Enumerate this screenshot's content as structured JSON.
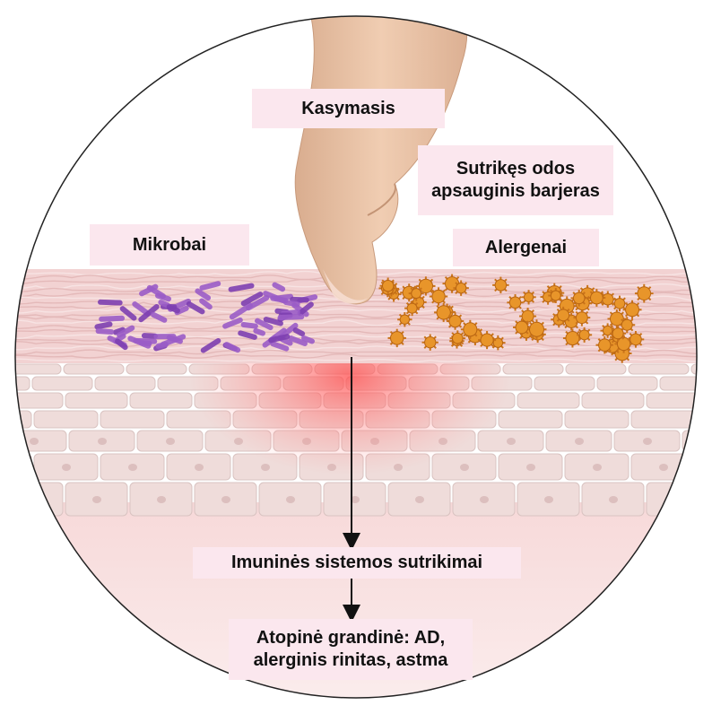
{
  "labels": {
    "scratching": "Kasymasis",
    "barrier_line1": "Sutrikęs odos",
    "barrier_line2": "apsauginis barjeras",
    "microbes": "Mikrobai",
    "allergens": "Alergenai",
    "immune": "Imuninės sistemos sutrikimai",
    "atopic_line1": "Atopinė grandinė: AD,",
    "atopic_line2": "alerginis rinitas, astma"
  },
  "colors": {
    "label_bg": "#fbe7ee",
    "skin_cell": "#efdcda",
    "skin_border": "#d9c3c1",
    "inflammation": "#ff5a5a",
    "microbe": "#9a5cc6",
    "allergen": "#e8952a",
    "finger": "#e9c3a6",
    "arrow": "#111111"
  },
  "icons": {
    "finger": "finger-icon",
    "microbes": "bacteria-icon",
    "allergens": "allergen-particle-icon"
  }
}
